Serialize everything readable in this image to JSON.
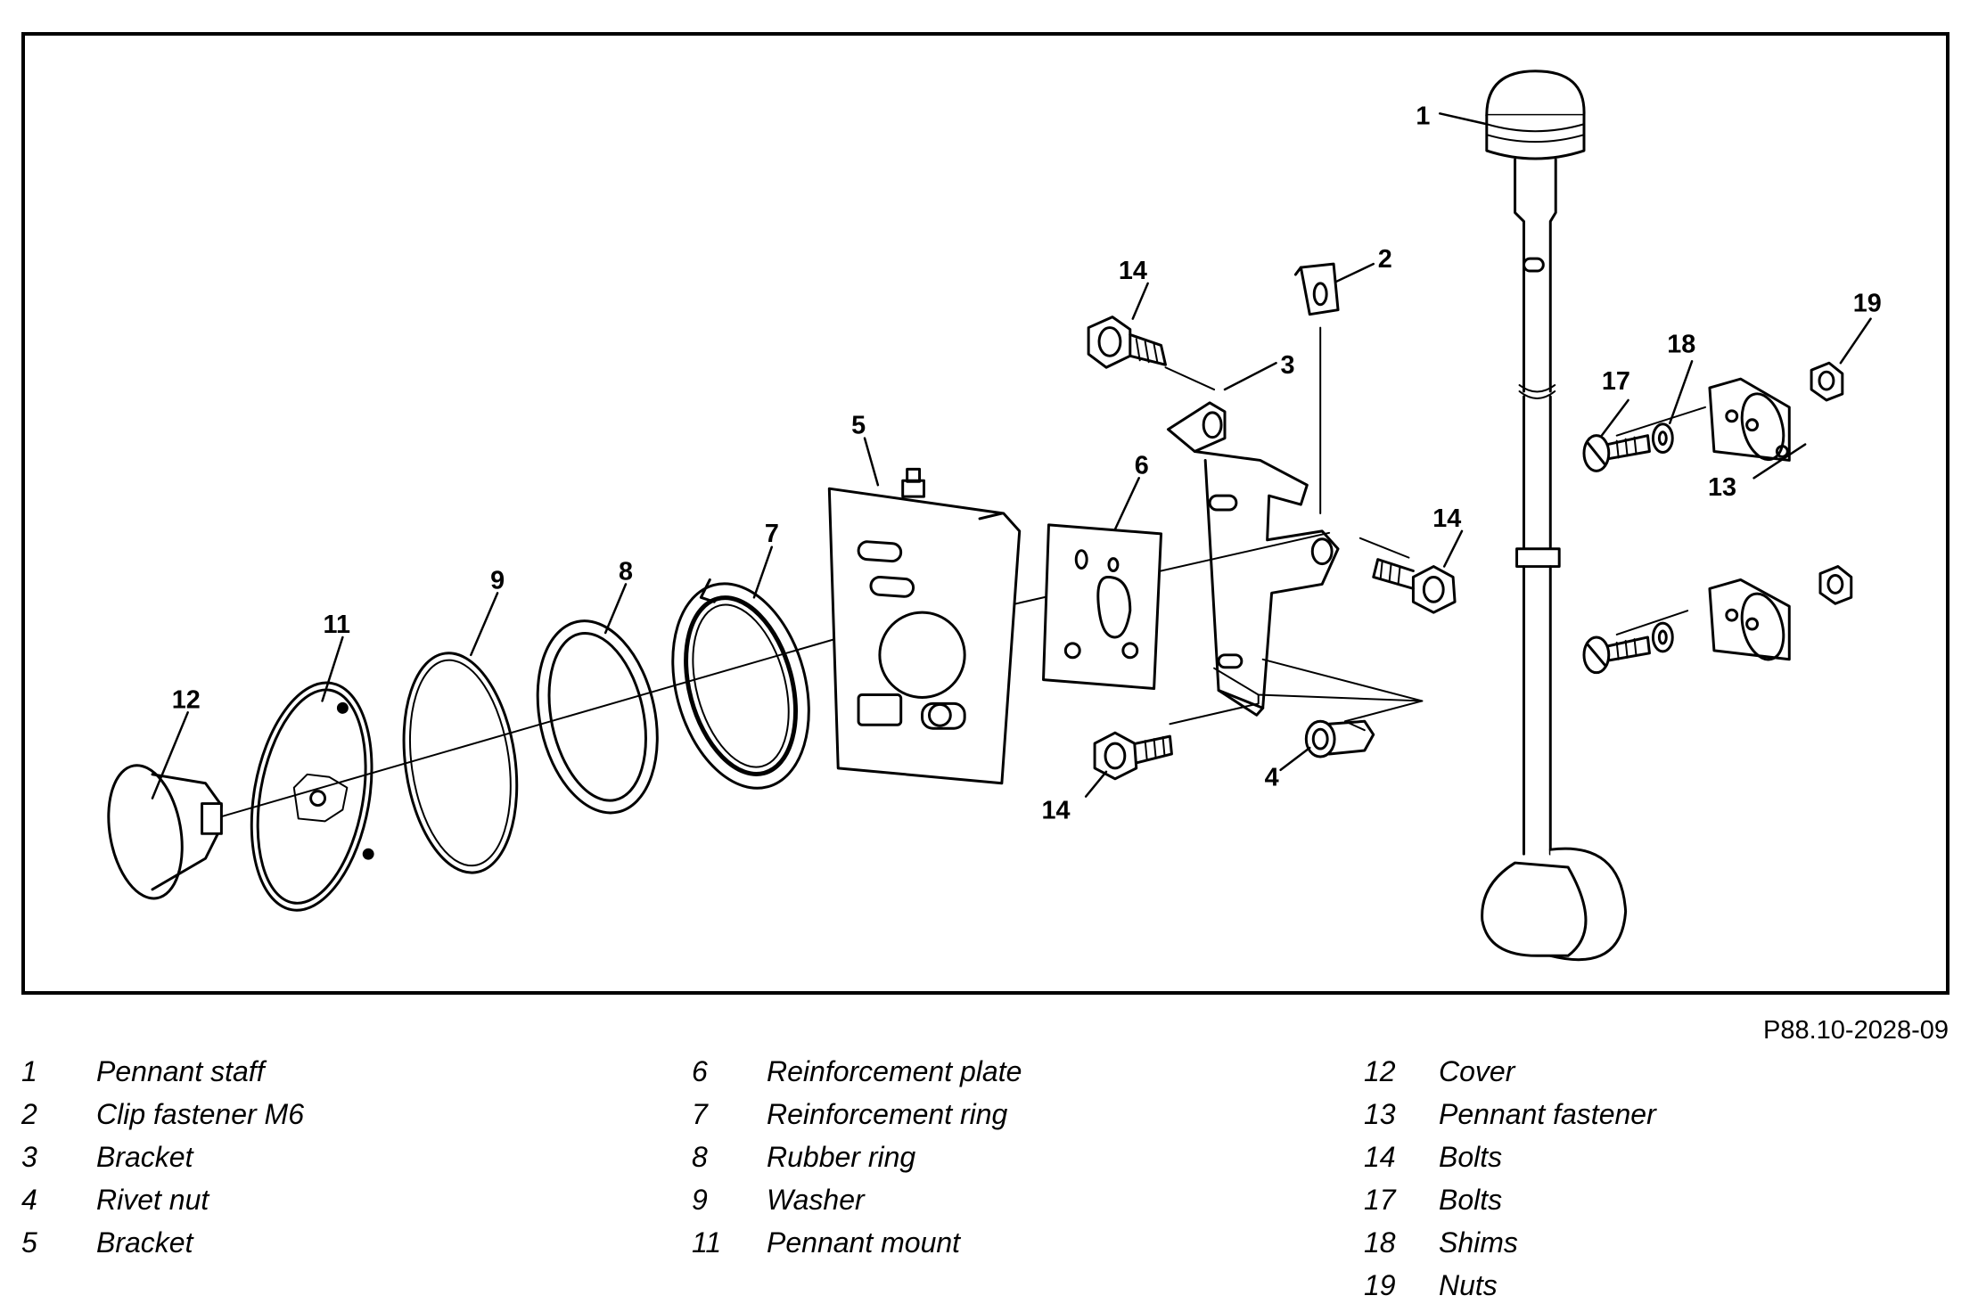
{
  "figure_id": "P88.10-2028-09",
  "callouts": [
    "1",
    "2",
    "3",
    "4",
    "5",
    "6",
    "7",
    "8",
    "9",
    "11",
    "12",
    "13",
    "14",
    "14",
    "14",
    "17",
    "18",
    "19"
  ],
  "legend": {
    "col1": [
      {
        "num": "1",
        "label": "Pennant staff"
      },
      {
        "num": "2",
        "label": "Clip fastener M6"
      },
      {
        "num": "3",
        "label": "Bracket"
      },
      {
        "num": "4",
        "label": "Rivet nut"
      },
      {
        "num": "5",
        "label": "Bracket"
      }
    ],
    "col2": [
      {
        "num": "6",
        "label": "Reinforcement plate"
      },
      {
        "num": "7",
        "label": "Reinforcement ring"
      },
      {
        "num": "8",
        "label": "Rubber ring"
      },
      {
        "num": "9",
        "label": "Washer"
      },
      {
        "num": "11",
        "label": "Pennant mount"
      }
    ],
    "col3": [
      {
        "num": "12",
        "label": "Cover"
      },
      {
        "num": "13",
        "label": "Pennant fastener"
      },
      {
        "num": "14",
        "label": "Bolts"
      },
      {
        "num": "17",
        "label": "Bolts"
      },
      {
        "num": "18",
        "label": "Shims"
      },
      {
        "num": "19",
        "label": "Nuts"
      }
    ]
  }
}
